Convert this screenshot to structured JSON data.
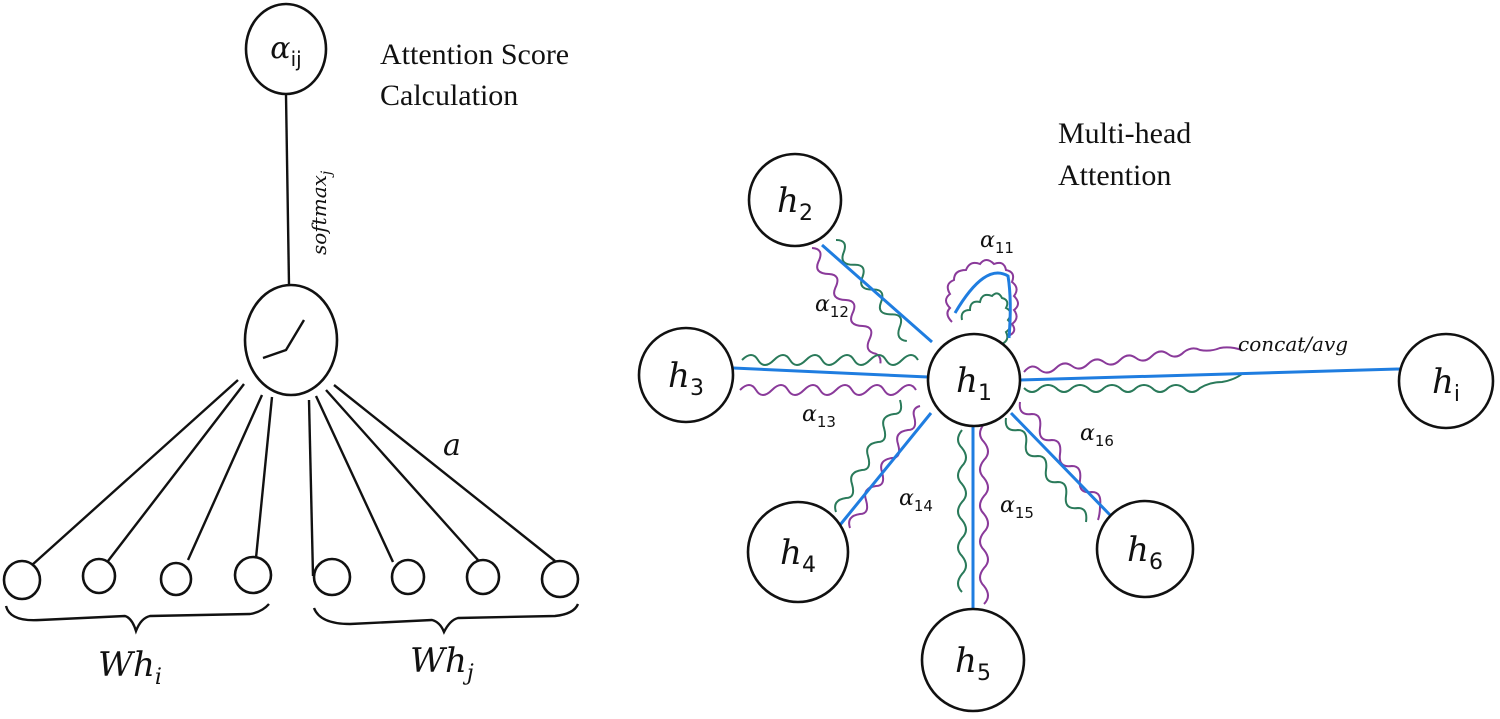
{
  "left_panel": {
    "title_line1": "Attention Score",
    "title_line2": "Calculation",
    "output_node": {
      "base": "α",
      "sub": "ij"
    },
    "edge_label": {
      "base": "softmax",
      "sub": "j"
    },
    "weight_label": "a",
    "group_labels": [
      {
        "base": "Wh",
        "sub": "i"
      },
      {
        "base": "Wh",
        "sub": "j"
      }
    ],
    "input_node_count": 8
  },
  "right_panel": {
    "title_line1": "Multi-head",
    "title_line2": "Attention",
    "center_node": {
      "base": "h",
      "sub": "1"
    },
    "neighbors": [
      {
        "base": "h",
        "sub": "2"
      },
      {
        "base": "h",
        "sub": "3"
      },
      {
        "base": "h",
        "sub": "4"
      },
      {
        "base": "h",
        "sub": "5"
      },
      {
        "base": "h",
        "sub": "6"
      }
    ],
    "output_node": {
      "base": "h",
      "sub": "i"
    },
    "output_edge_label": "concat/avg",
    "attention_labels": [
      {
        "base": "α",
        "sub": "11"
      },
      {
        "base": "α",
        "sub": "12"
      },
      {
        "base": "α",
        "sub": "13"
      },
      {
        "base": "α",
        "sub": "14"
      },
      {
        "base": "α",
        "sub": "15"
      },
      {
        "base": "α",
        "sub": "16"
      }
    ],
    "colors": {
      "head_1": "#2a7a5a",
      "head_2": "#8a3a9a",
      "head_3": "#1f7de0"
    }
  }
}
